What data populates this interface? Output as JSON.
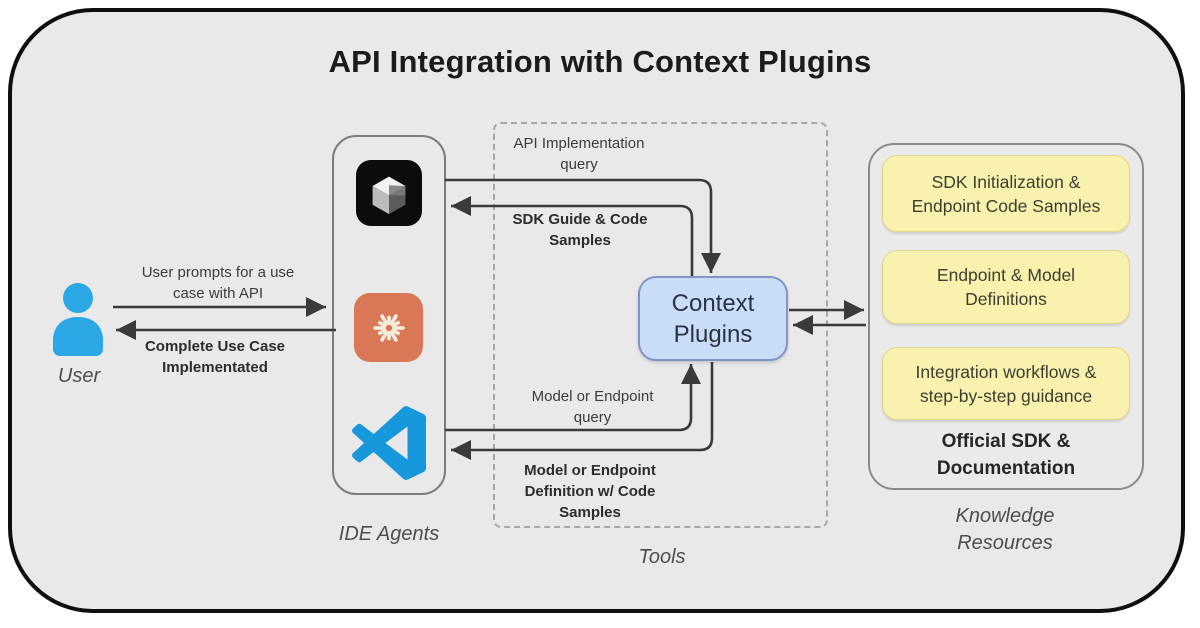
{
  "title": "API Integration with Context Plugins",
  "user": {
    "caption": "User",
    "prompt_label": "User prompts for a use\ncase with API",
    "response_label": "Complete Use Case\nImplementated"
  },
  "ide_agents": {
    "caption": "IDE Agents",
    "icons": [
      "cursor-icon",
      "claude-icon",
      "vscode-icon"
    ]
  },
  "tools": {
    "caption": "Tools",
    "api_query_label": "API Implementation\nquery",
    "sdk_guide_label": "SDK Guide & Code\nSamples",
    "model_query_label": "Model or Endpoint\nquery",
    "model_definition_label": "Model or Endpoint\nDefinition w/ Code\nSamples"
  },
  "context_plugins": {
    "label": "Context\nPlugins"
  },
  "knowledge": {
    "caption": "Knowledge\nResources",
    "items": [
      "SDK Initialization &\nEndpoint Code Samples",
      "Endpoint & Model\nDefinitions",
      "Integration workflows &\nstep-by-step guidance"
    ],
    "footer": "Official SDK &\nDocumentation"
  },
  "colors": {
    "canvas_bg": "#e9e9e9",
    "frame_border": "#0f0f0f",
    "context_plugins_fill": "#c9dcf8",
    "context_plugins_border": "#8095c5",
    "knowledge_item_fill": "#f8f2ae",
    "claude_orange": "#d97757",
    "vscode_blue": "#1797dc",
    "user_blue": "#2aa7e4",
    "arrow": "#3a3a3a"
  }
}
